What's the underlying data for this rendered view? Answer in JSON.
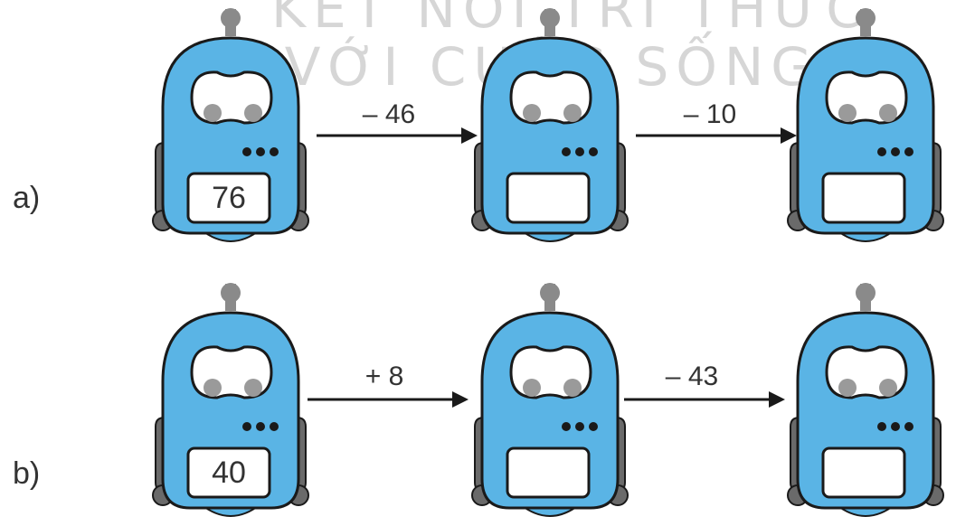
{
  "watermark": {
    "line1": "KẾT NỐI TRI THỨC",
    "line2": "VỚI CUỘC SỐNG"
  },
  "colors": {
    "robot_body": "#5ab4e5",
    "robot_outline": "#1a1a1a",
    "arms": "#6a6a6a",
    "eyes": "#9a9a9a",
    "antenna": "#8a8a8a"
  },
  "rows": [
    {
      "label": "a)",
      "robots": [
        {
          "value": "76"
        },
        {
          "value": ""
        },
        {
          "value": ""
        }
      ],
      "operations": [
        "– 46",
        "– 10"
      ]
    },
    {
      "label": "b)",
      "robots": [
        {
          "value": "40"
        },
        {
          "value": ""
        },
        {
          "value": ""
        }
      ],
      "operations": [
        "+ 8",
        "– 43"
      ]
    }
  ]
}
